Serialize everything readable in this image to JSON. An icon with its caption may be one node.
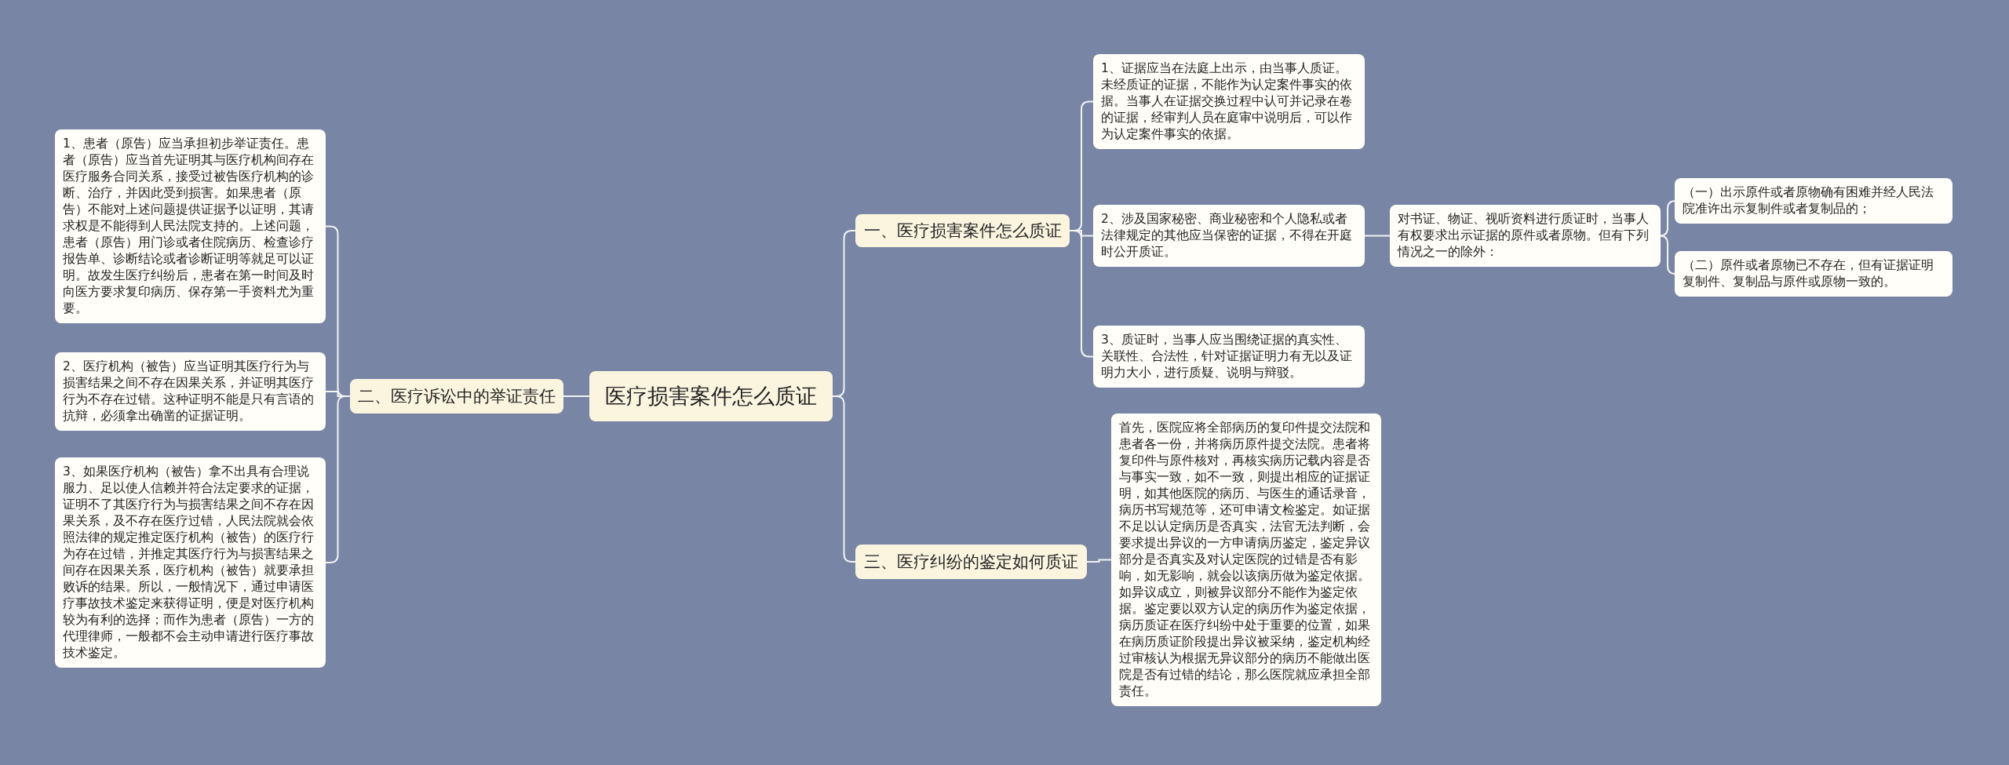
{
  "diagram": {
    "nodes": [
      {
        "text": [
          "医疗损害案件怎么质证"
        ]
      },
      {
        "text": [
          "一、医疗损害案件怎么质证"
        ]
      },
      {
        "text": [
          "1、证据应当在法庭上出示，由当事人质证。未经质证的证据，不能作为认定案件事实的依据。当事人在证据交换过程中认可并记录在卷的证据，经审判人员在庭审中说明后，可以作为认定案件事实的依据。"
        ]
      },
      {
        "text": [
          "2、涉及国家秘密、商业秘密和个人隐私或者法律规定的其他应当保密的证据，不得在开庭时公开质证。"
        ]
      },
      {
        "text": [
          "对书证、物证、视听资料进行质证时，当事人有权要求出示证据的原件或者原物。但有下列情况之一的除外："
        ]
      },
      {
        "text": [
          "（一）出示原件或者原物确有困难并经人民法院准许出示复制件或者复制品的；"
        ]
      },
      {
        "text": [
          "（二）原件或者原物已不存在，但有证据证明复制件、复制品与原件或原物一致的。"
        ]
      },
      {
        "text": [
          "3、质证时，当事人应当围绕证据的真实性、关联性、合法性，针对证据证明力有无以及证明力大小，进行质疑、说明与辩驳。"
        ]
      },
      {
        "text": [
          "三、医疗纠纷的鉴定如何质证"
        ]
      },
      {
        "text": [
          "首先，医院应将全部病历的复印件提交法院和患者各一份，并将病历原件提交法院。患者将复印件与原件核对，再核实病历记载内容是否与事实一致，如不一致，则提出相应的证据证明，如其他医院的病历、与医生的通话录音，病历书写规范等，还可申请文检鉴定。如证据不足以认定病历是否真实，法官无法判断，会要求提出异议的一方申请病历鉴定，鉴定异议部分是否真实及对认定医院的过错是否有影响，如无影响，就会以该病历做为鉴定依据。如异议成立，则被异议部分不能作为鉴定依据。鉴定要以双方认定的病历作为鉴定依据，病历质证在医疗纠纷中处于重要的位置，如果在病历质证阶段提出异议被采纳，鉴定机构经过审核认为根据无异议部分的病历不能做出医院是否有过错的结论，那么医院就应承担全部责任。"
        ]
      },
      {
        "text": [
          "二、医疗诉讼中的举证责任"
        ]
      },
      {
        "text": [
          "1、患者（原告）应当承担初步举证责任。患者（原告）应当首先证明其与医疗机构间存在医疗服务合同关系，接受过被告医疗机构的诊断、治疗，并因此受到损害。如果患者（原告）不能对上述问题提供证据予以证明，其请求权是不能得到人民法院支持的。上述问题，患者（原告）用门诊或者住院病历、检查诊疗报告单、诊断结论或者诊断证明等就足可以证明。故发生医疗纠纷后，患者在第一时间及时向医方要求复印病历、保存第一手资料尤为重要。"
        ]
      },
      {
        "text": [
          "2、医疗机构（被告）应当证明其医疗行为与损害结果之间不存在因果关系，并证明其医疗行为不存在过错。这种证明不能是只有言语的抗辩，必须拿出确凿的证据证明。"
        ]
      },
      {
        "text": [
          "3、如果医疗机构（被告）拿不出具有合理说服力、足以使人信赖并符合法定要求的证据，证明不了其医疗行为与损害结果之间不存在因果关系，及不存在医疗过错，人民法院就会依照法律的规定推定医疗机构（被告）的医疗行为存在过错，并推定其医疗行为与损害结果之间存在因果关系，医疗机构（被告）就要承担败诉的结果。所以，一般情况下，通过申请医疗事故技术鉴定来获得证明，便是对医疗机构较为有利的选择；而作为患者（原告）一方的代理律师，一般都不会主动申请进行医疗事故技术鉴定。"
        ]
      }
    ],
    "edges": [
      {
        "from": 0,
        "to": 1,
        "arrow": "none"
      },
      {
        "from": 1,
        "to": 2,
        "arrow": "none"
      },
      {
        "from": 1,
        "to": 3,
        "arrow": "none"
      },
      {
        "from": 3,
        "to": 4,
        "arrow": "none"
      },
      {
        "from": 4,
        "to": 5,
        "arrow": "none"
      },
      {
        "from": 4,
        "to": 6,
        "arrow": "none"
      },
      {
        "from": 1,
        "to": 7,
        "arrow": "none"
      },
      {
        "from": 0,
        "to": 8,
        "arrow": "none"
      },
      {
        "from": 8,
        "to": 9,
        "arrow": "none"
      },
      {
        "from": 0,
        "to": 10,
        "arrow": "none"
      },
      {
        "from": 10,
        "to": 11,
        "arrow": "none"
      },
      {
        "from": 10,
        "to": 12,
        "arrow": "none"
      },
      {
        "from": 10,
        "to": 13,
        "arrow": "none"
      }
    ]
  }
}
